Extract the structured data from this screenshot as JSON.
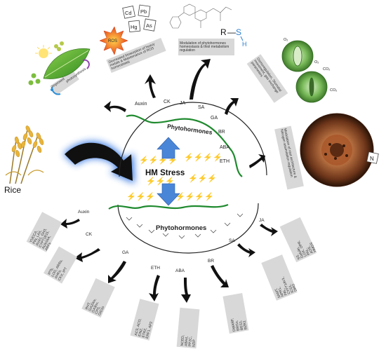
{
  "center": {
    "label": "HM Stress",
    "upper_title": "Phytohormones",
    "lower_title": "Phytohormones"
  },
  "crop": {
    "label": "Rice"
  },
  "upper_hormones": [
    "Auxin",
    "CK",
    "JA",
    "SA",
    "GA",
    "BR",
    "ABA",
    "ETH"
  ],
  "lower_hormones": [
    "Auxin",
    "CK",
    "GA",
    "ETH",
    "ABA",
    "BR",
    "SA",
    "JA"
  ],
  "outcomes": [
    {
      "text": "Improved photosynthesis"
    },
    {
      "text": "Decreased biosorption of heavy metals & Maintenance of ROS homeostasis"
    },
    {
      "text": "Modulation of phytohormones homeostasis & thiol metabolism regulation"
    },
    {
      "text": "Osmoregulation, Stomatal movement, gas exchange parameters"
    },
    {
      "text": "Modulation of root architecture & Nitrogen assimilation regulation"
    }
  ],
  "gene_boxes": [
    {
      "hormone": "Auxin",
      "lines": [
        "YUCCA,",
        "PIN, LAX,",
        "AUX1, GH3,",
        "CYP71B15,",
        "AUX/IAA,",
        "ARFs"
      ]
    },
    {
      "hormone": "CK",
      "lines": [
        "IPTs,",
        "LOG, ARRs,",
        "AHKs,",
        "CKX, IPT"
      ]
    },
    {
      "hormone": "GA",
      "lines": [
        "RHT,",
        "GA20ox,",
        "GA3ox,",
        "CPS,",
        "GID1s"
      ]
    },
    {
      "hormone": "ETH",
      "lines": [
        "ACS, ACO,",
        "EIN2,",
        "ETR2,",
        "ERF1, AP2"
      ]
    },
    {
      "hormone": "ABA",
      "lines": [
        "NCED,",
        "ABA4,",
        "PP2C,",
        "bZIP"
      ]
    },
    {
      "hormone": "BR",
      "lines": [
        "DWARF,",
        "BRI1s,",
        "BES1,",
        "BZR1"
      ]
    },
    {
      "hormone": "SA",
      "lines": [
        "SAMT,",
        "NPR1,",
        "PAL,",
        "CYP71AV1,",
        "ICS1,",
        "DIR2"
      ]
    },
    {
      "hormone": "JA",
      "lines": [
        "SS,",
        "Gatulin,",
        "LOX, OPR,",
        "PAL,",
        "AOS,",
        "HMGS"
      ]
    }
  ],
  "ros_label": "ROS",
  "metal_symbols": [
    "Cd",
    "Pb",
    "Hg",
    "As"
  ],
  "thiol_formula": {
    "r": "R",
    "dash": "—",
    "s": "S",
    "h": "H"
  },
  "gas_labels": [
    "O₂",
    "O₂",
    "CO₂",
    "CO₂"
  ],
  "nitrogen_label": "N",
  "colors": {
    "box": "#d8d8d8",
    "arrow_dark": "#111111",
    "green_line": "#1f8a2e",
    "blue_arrow": "#4a86d8",
    "glow": "#2a6fe0",
    "ros": "#e8491d"
  }
}
